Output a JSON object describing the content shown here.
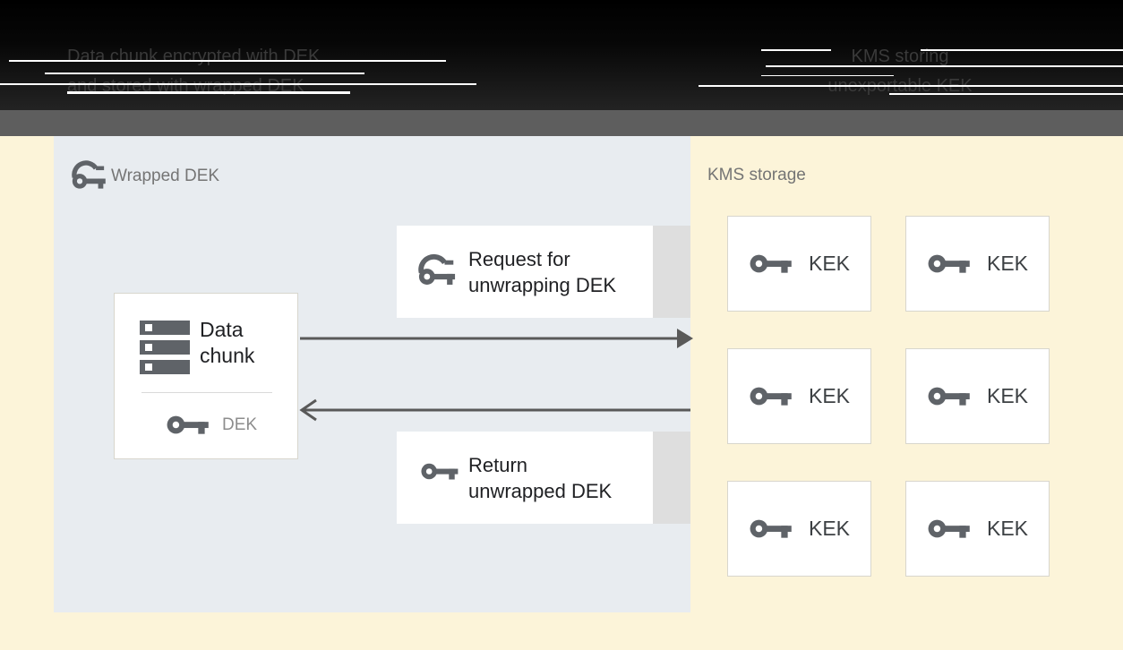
{
  "header": {
    "left_caption_line1": "Data chunk encrypted with DEK",
    "left_caption_line2": "and stored with wrapped DEK",
    "right_caption_line1": "KMS storing",
    "right_caption_line2": "unexportable KEK"
  },
  "wrapped_dek_panel": {
    "label": "Wrapped DEK",
    "data_chunk_box": {
      "title_line1": "Data",
      "title_line2": "chunk",
      "key_label": "DEK"
    },
    "request_box": {
      "line1": "Request for",
      "line2": "unwrapping DEK"
    },
    "return_box": {
      "line1": "Return",
      "line2": "unwrapped DEK"
    }
  },
  "kms_panel": {
    "label": "KMS storage",
    "kek_cards": [
      {
        "label": "KEK"
      },
      {
        "label": "KEK"
      },
      {
        "label": "KEK"
      },
      {
        "label": "KEK"
      },
      {
        "label": "KEK"
      },
      {
        "label": "KEK"
      }
    ]
  },
  "icons": {
    "wrapped_key": "wrapped-key-icon",
    "key": "key-icon",
    "data_chunk": "server-stack-icon",
    "arrow_right": "solid-right-arrow",
    "arrow_left": "open-left-arrow"
  },
  "colors": {
    "band-gray": "#5e5e5e",
    "cream-bg": "#fcf4d9",
    "panel-bg": "#e8ecf0",
    "card-bg": "#ffffff",
    "card-border": "#d8d6cd",
    "gray-ext": "#dedede",
    "icon-gray": "#5f6368",
    "text-dark": "#202124",
    "text-gray": "#757575",
    "text-dek": "#8d8d8d",
    "header-text": "#3a3a3a",
    "arrow": "#595959",
    "glitch-line": "#ffffff"
  }
}
